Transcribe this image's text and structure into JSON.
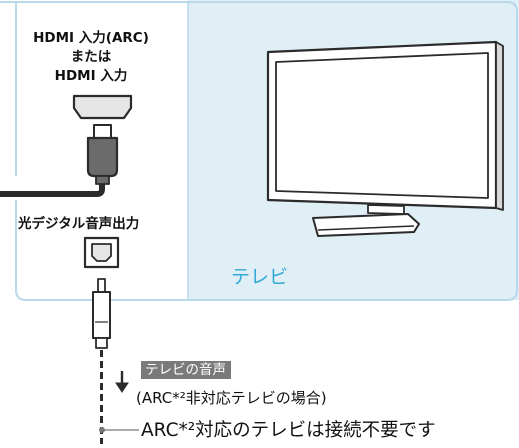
{
  "hdmi_port_label": {
    "line1": "HDMI 入力(ARC)",
    "line2": "または",
    "line3": "HDMI 入力"
  },
  "optical_port_label": "光デジタル音声出力",
  "tv_label": "テレビ",
  "audio_signal_tag": "テレビの音声",
  "non_arc_note": "(ARC*²非対応テレビの場合)",
  "arc_note": "ARC*²対応のテレビは接続不要です",
  "colors": {
    "tv_panel_fill": "#e0eef6",
    "panel_border": "#b9d9ea",
    "tv_label": "#33a9d6",
    "outline": "#2b2b2b",
    "tag_background": "#7a7a7a"
  }
}
